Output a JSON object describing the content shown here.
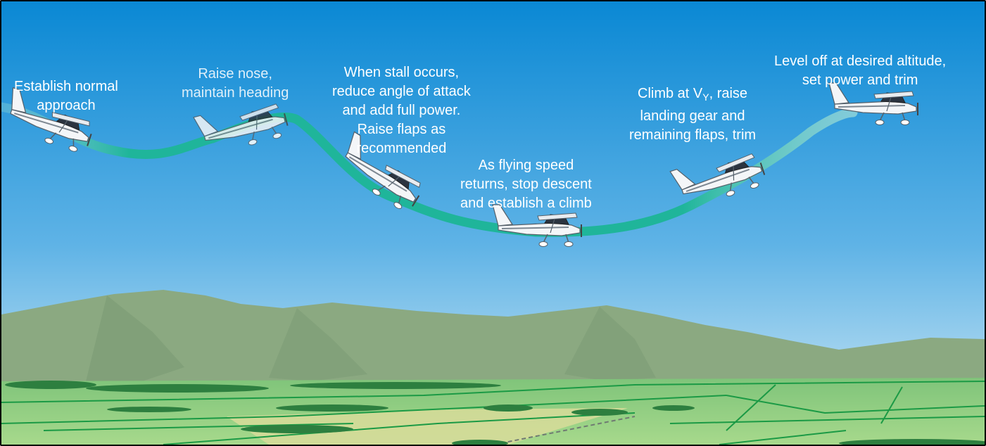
{
  "diagram": {
    "colors": {
      "sky_top": "#0a88d4",
      "sky_bottom": "#d6ecf5",
      "path": "#1fb59a",
      "mountain": "#8ba981",
      "field": "#8fcf7f",
      "field_line": "#1b9a45",
      "trees": "#2d7f3f",
      "label_text": "#ffffff"
    },
    "steps": [
      {
        "id": "establish",
        "lines": [
          "Establish normal",
          "approach"
        ]
      },
      {
        "id": "raise-nose",
        "lines": [
          "Raise nose,",
          "maintain heading"
        ]
      },
      {
        "id": "stall",
        "lines": [
          "When stall occurs,",
          "reduce angle of attack",
          "and add full power.",
          "Raise flaps as",
          "recommended"
        ]
      },
      {
        "id": "flying-speed",
        "lines": [
          "As flying speed",
          "returns, stop descent",
          "and establish a climb"
        ]
      },
      {
        "id": "climb",
        "line1_pre": "Climb at V",
        "line1_sub": "Y",
        "line1_post": ", raise",
        "lines": [
          "landing gear and",
          "remaining flaps, trim"
        ]
      },
      {
        "id": "level-off",
        "lines": [
          "Level off at desired altitude,",
          "set power and trim"
        ]
      }
    ]
  }
}
